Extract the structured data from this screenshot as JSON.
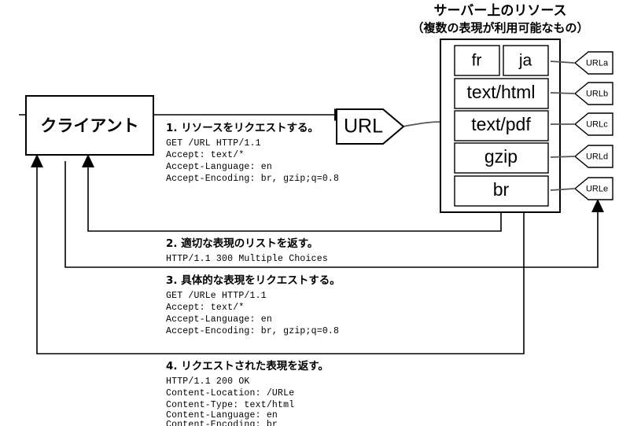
{
  "server": {
    "title": "サーバー上のリソース",
    "subtitle": "（複数の表現が利用可能なもの）",
    "representations": [
      {
        "name": "fr"
      },
      {
        "name": "ja"
      },
      {
        "name": "text/html"
      },
      {
        "name": "text/pdf"
      },
      {
        "name": "gzip"
      },
      {
        "name": "br"
      }
    ],
    "url_tags": [
      "URLa",
      "URLb",
      "URLc",
      "URLd",
      "URLe"
    ]
  },
  "client": {
    "label": "クライアント"
  },
  "url_node": {
    "label": "URL"
  },
  "steps": [
    {
      "heading": "1. リソースをリクエストする。",
      "lines": [
        "GET /URL HTTP/1.1",
        "Accept: text/*",
        "Accept-Language: en",
        "Accept-Encoding: br, gzip;q=0.8"
      ]
    },
    {
      "heading": "2. 適切な表現のリストを返す。",
      "lines": [
        "HTTP/1.1 300 Multiple Choices"
      ]
    },
    {
      "heading": "3. 具体的な表現をリクエストする。",
      "lines": [
        "GET /URLe HTTP/1.1",
        "Accept: text/*",
        "Accept-Language: en",
        "Accept-Encoding: br, gzip;q=0.8"
      ]
    },
    {
      "heading": "4. リクエストされた表現を返す。",
      "lines": [
        "HTTP/1.1 200 OK",
        "Content-Location: /URLe",
        "Content-Type: text/html",
        "Content-Language: en",
        "Content-Encoding: br"
      ]
    }
  ],
  "colors": {
    "stroke": "#000000",
    "background": "#ffffff",
    "connector_gray": "#555555"
  }
}
